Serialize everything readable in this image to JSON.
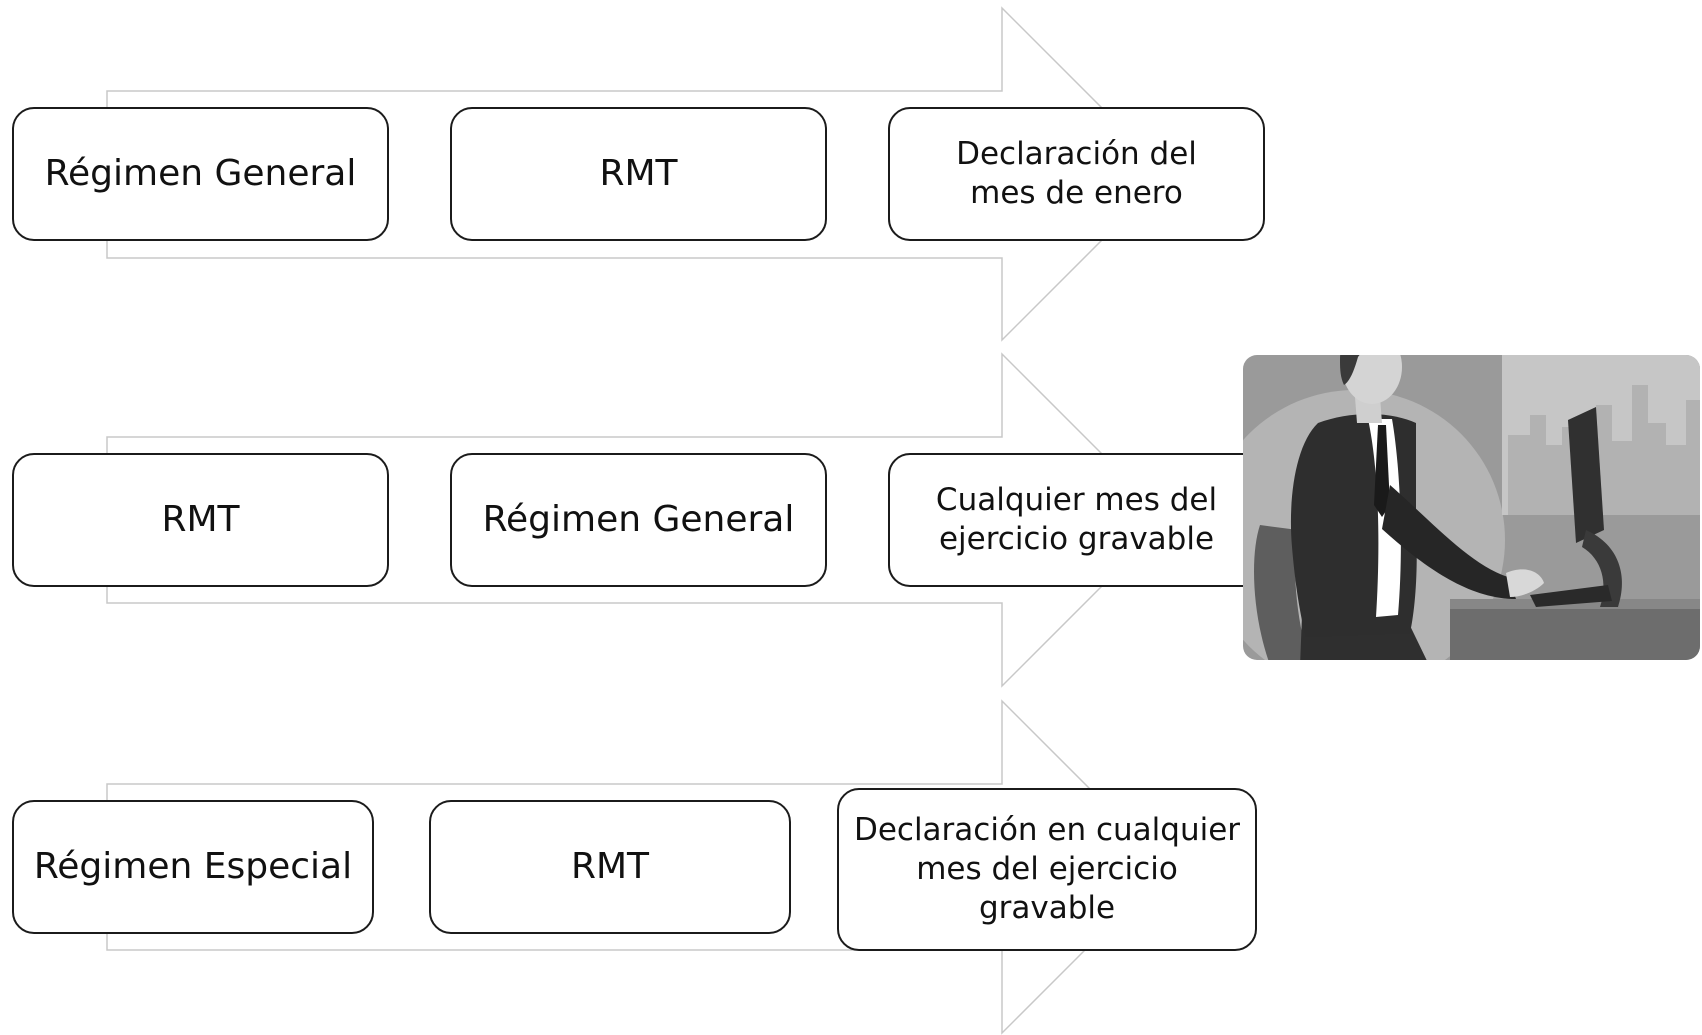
{
  "rows": [
    {
      "from": "Régimen General",
      "to": "RMT",
      "note": "Declaración del mes de enero"
    },
    {
      "from": "RMT",
      "to": "Régimen General",
      "note": "Cualquier mes del ejercicio gravable"
    },
    {
      "from": "Régimen Especial",
      "to": "RMT",
      "note": "Declaración en cualquier mes del ejercicio gravable"
    }
  ],
  "illustration": {
    "icon": "person-at-computer-icon",
    "colors": {
      "background": "#9a9a9a",
      "window": "#c6c6c6",
      "jacket": "#2e2e2e",
      "shirt": "#ffffff",
      "desk": "#6d6d6d"
    }
  },
  "colors": {
    "arrow_stroke": "#c8c8c8",
    "box_border": "#1b1b1b",
    "text": "#111111"
  }
}
